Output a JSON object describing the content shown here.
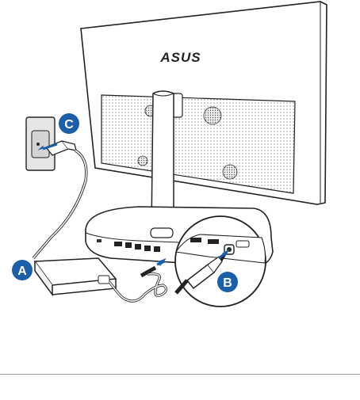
{
  "brand_logo": "ASUS",
  "callouts": [
    {
      "label": "A",
      "part": "power-adapter",
      "color": "#1a5fa8"
    },
    {
      "label": "B",
      "part": "dc-in-port",
      "color": "#1a5fa8"
    },
    {
      "label": "C",
      "part": "wall-outlet",
      "color": "#1a5fa8"
    }
  ],
  "icons": [
    "power-plug-icon",
    "dc-connector-icon"
  ]
}
